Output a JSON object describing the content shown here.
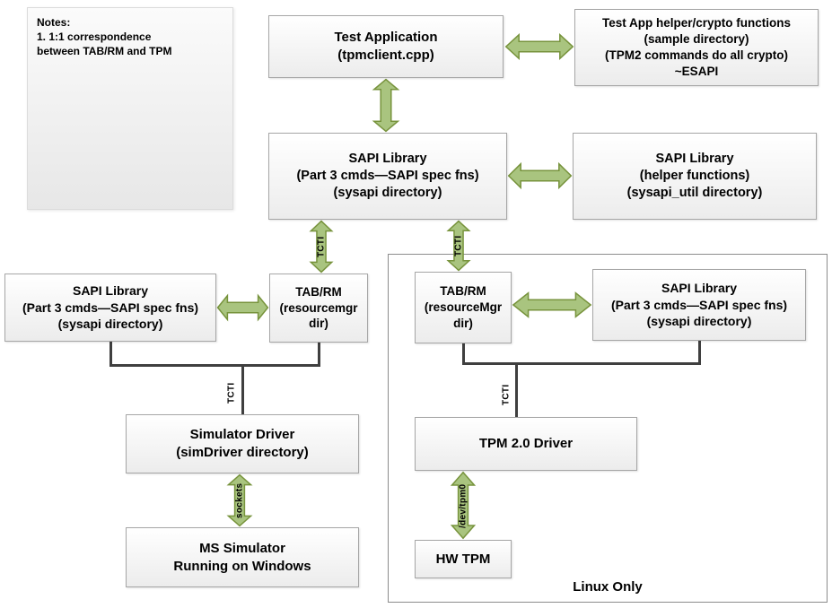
{
  "notes": {
    "heading": "Notes:",
    "lines": [
      "1.  1:1 correspondence",
      "between TAB/RM and TPM"
    ]
  },
  "boxes": {
    "test_app": {
      "lines": [
        "Test Application",
        "(tpmclient.cpp)"
      ]
    },
    "crypto_helper": {
      "lines": [
        "Test App helper/crypto functions",
        "(sample directory)",
        "(TPM2 commands do all crypto)",
        "~ESAPI"
      ]
    },
    "sapi_center": {
      "lines": [
        "SAPI Library",
        "(Part 3 cmds—SAPI spec fns)",
        "(sysapi directory)"
      ]
    },
    "sapi_helper": {
      "lines": [
        "SAPI Library",
        "(helper functions)",
        "(sysapi_util directory)"
      ]
    },
    "sapi_left": {
      "lines": [
        "SAPI Library",
        "(Part 3 cmds—SAPI spec fns)",
        "(sysapi directory)"
      ]
    },
    "tabrm_left": {
      "lines": [
        "TAB/RM",
        "(resourcemgr",
        "dir)"
      ]
    },
    "tabrm_linux": {
      "lines": [
        "TAB/RM",
        "(resourceMgr",
        "dir)"
      ]
    },
    "sapi_linux": {
      "lines": [
        "SAPI Library",
        "(Part 3 cmds—SAPI spec fns)",
        "(sysapi directory)"
      ]
    },
    "sim_driver": {
      "lines": [
        "Simulator Driver",
        "(simDriver directory)"
      ]
    },
    "ms_simulator": {
      "lines": [
        "MS Simulator",
        "Running on Windows"
      ]
    },
    "tpm_driver": {
      "lines": [
        "TPM 2.0 Driver"
      ]
    },
    "hw_tpm": {
      "lines": [
        "HW TPM"
      ]
    }
  },
  "labels": {
    "linux_only": "Linux Only",
    "tcti": "TCTI",
    "sockets": "sockets",
    "dev_tpm0": "/dev/tpm0"
  },
  "colors": {
    "arrow_fill": "#a9c47f",
    "arrow_stroke": "#77933c",
    "connector": "#3f3f3f",
    "box_border": "#a6a6a6",
    "box_fill_top": "#ffffff",
    "box_fill_bottom": "#ececec",
    "notes_fill_top": "#fbfbfb",
    "notes_fill_bottom": "#e7e7e7"
  }
}
